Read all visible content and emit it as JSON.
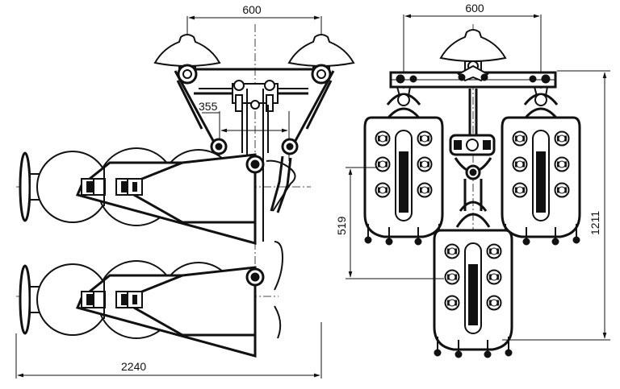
{
  "dimensions": {
    "left_top_span": "600",
    "left_inner_span": "355",
    "total_length": "2240",
    "right_top_span": "600",
    "pulley_offset": "519",
    "total_height": "1211"
  }
}
